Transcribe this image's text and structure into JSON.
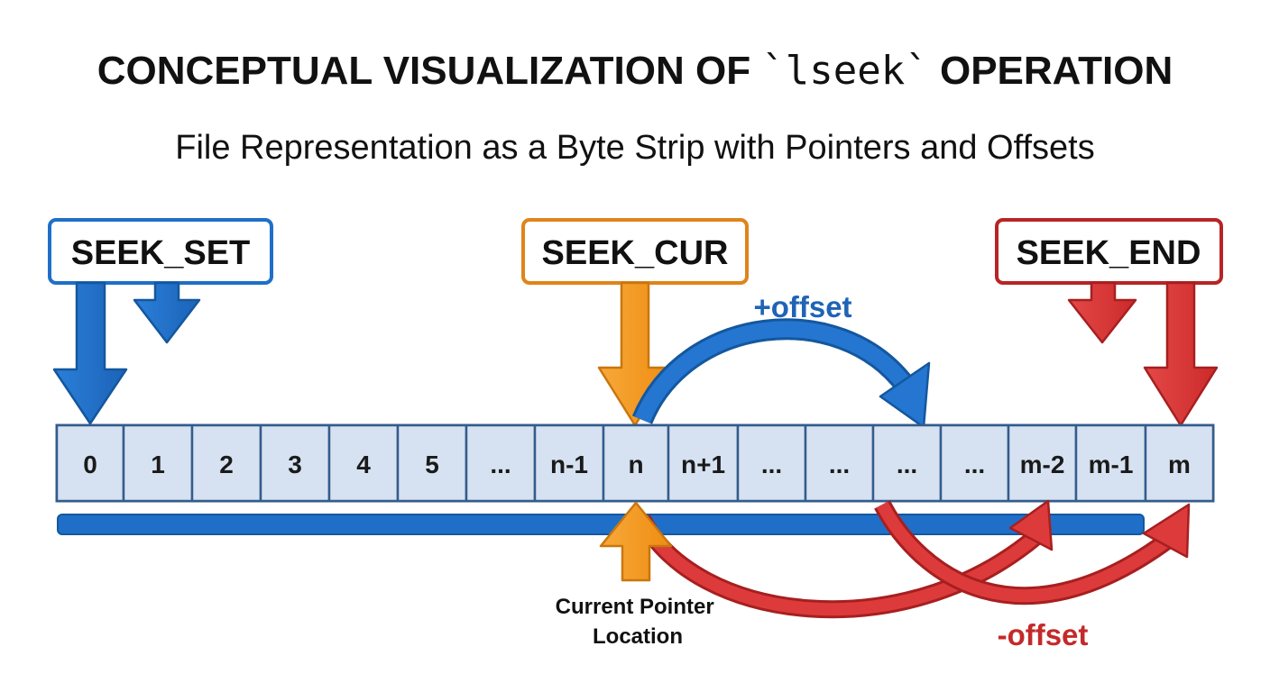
{
  "title_main": "CONCEPTUAL VISUALIZATION OF ",
  "title_code": "`lseek`",
  "title_end": " OPERATION",
  "subtitle": "File Representation as a Byte Strip with Pointers and Offsets",
  "labels": {
    "seek_set": "SEEK_SET",
    "seek_cur": "SEEK_CUR",
    "seek_end": "SEEK_END"
  },
  "cells": [
    "0",
    "1",
    "2",
    "3",
    "4",
    "5",
    "...",
    "n-1",
    "n",
    "n+1",
    "...",
    "...",
    "...",
    "...",
    "m-2",
    "m-1",
    "m"
  ],
  "offsets": {
    "positive": "+offset",
    "negative": "-offset"
  },
  "caption": [
    "Current Pointer",
    "Location"
  ],
  "colors": {
    "blue": "#1f6fc9",
    "blue_dark": "#14579e",
    "orange": "#f39a1f",
    "orange_dark": "#c9760d",
    "red": "#d93535",
    "red_dark": "#a71f1f",
    "cell_fill": "#d6e2f1",
    "cell_stroke": "#345c8c",
    "blue_text": "#1f64b5",
    "red_text": "#c42a2a"
  }
}
